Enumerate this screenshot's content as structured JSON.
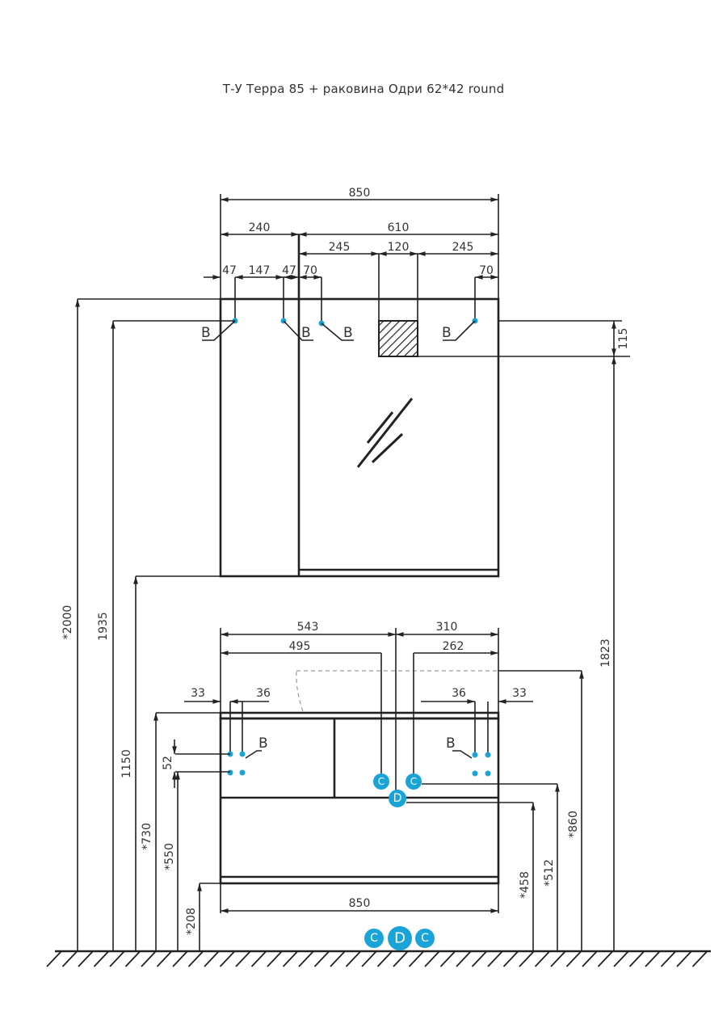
{
  "title": "Т-У Терра 85 + раковина Одри 62*42 round",
  "mirror_cabinet": {
    "width_total": "850",
    "left_part": "240",
    "right_part": "610",
    "right_left": "245",
    "right_mid": "120",
    "right_right": "245",
    "left_offset_1": "47",
    "left_spacing": "147",
    "left_offset_2": "47",
    "door_offset": "70",
    "right_offset": "70",
    "shelf_offset": "115",
    "marker_label": "B"
  },
  "vanity": {
    "to_axis": "543",
    "axis_to_right": "310",
    "drain_left": "495",
    "drain_right": "262",
    "left_33": "33",
    "left_36": "36",
    "right_36": "36",
    "right_33": "33",
    "spacing_52": "52",
    "bottom_width": "850",
    "marker_label": "B"
  },
  "heights": {
    "total": "*2000",
    "mirror_fixing": "1935",
    "mirror_bottom": "1150",
    "shelf": "1823",
    "vanity_top": "*730",
    "vanity_fixing": "*550",
    "plinth": "*208",
    "drain": "*458",
    "water": "*512",
    "sink_top": "*860"
  },
  "legend": {
    "c_left": "C",
    "d": "D",
    "c_right": "C"
  },
  "connectors": {
    "c1": "C",
    "c2": "C",
    "d": "D"
  },
  "colors": {
    "accent": "#1aa3d6",
    "line": "#222222"
  }
}
